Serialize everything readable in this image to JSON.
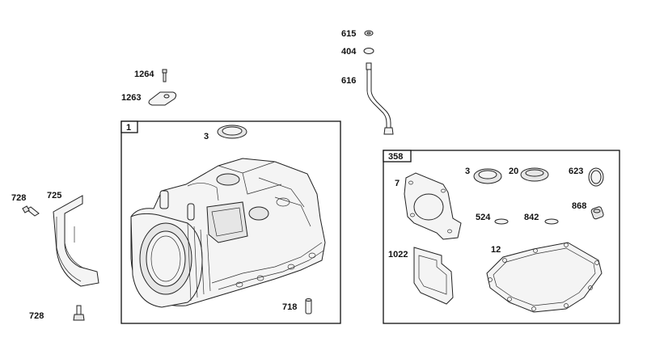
{
  "callouts": {
    "c615": "615",
    "c404": "404",
    "c616": "616",
    "c1264": "1264",
    "c1263": "1263",
    "c728a": "728",
    "c725": "725",
    "c728b": "728",
    "c3a": "3",
    "c718": "718",
    "c3b": "3",
    "c20": "20",
    "c623": "623",
    "c7": "7",
    "c524": "524",
    "c842": "842",
    "c868": "868",
    "c1022": "1022",
    "c12": "12"
  },
  "boxes": {
    "left_tab": "1",
    "right_tab": "358"
  }
}
